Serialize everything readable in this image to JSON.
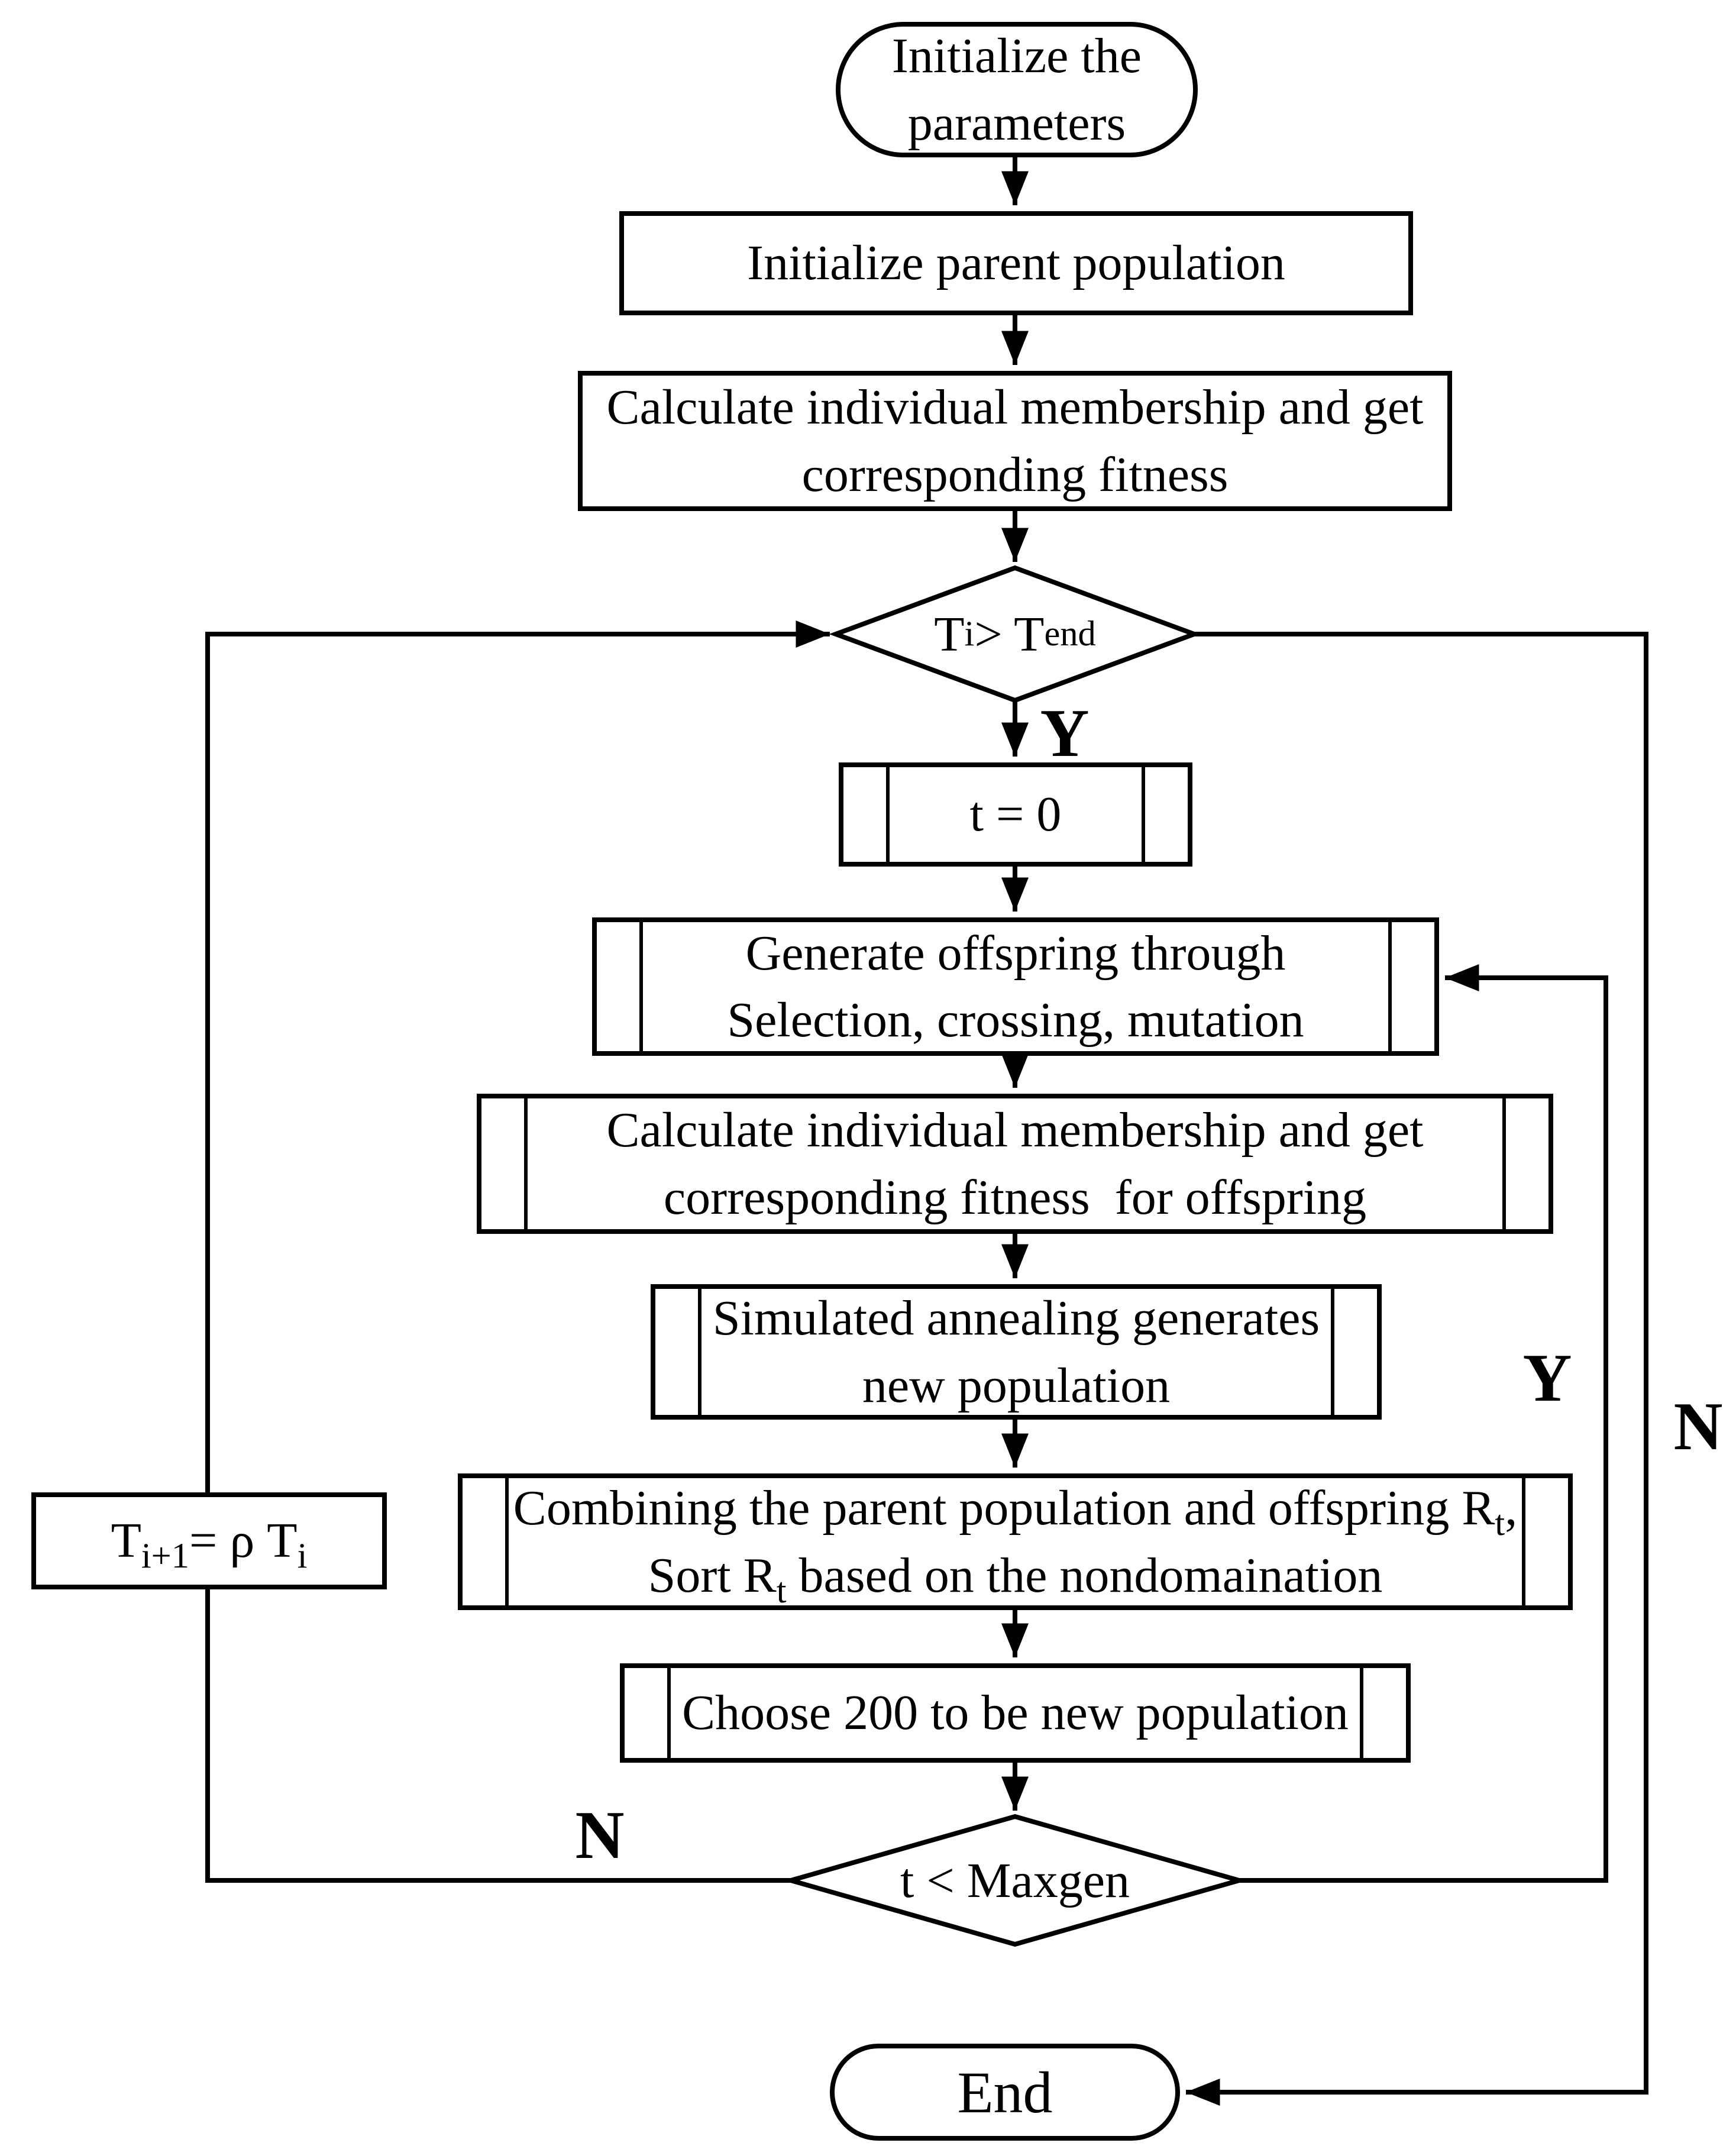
{
  "colors": {
    "background": "#ffffff",
    "stroke": "#000000"
  },
  "nodes": {
    "start": {
      "line1": "Initialize the",
      "line2": "parameters"
    },
    "init_parent": {
      "label": "Initialize parent population"
    },
    "calc_membership": {
      "line1": "Calculate individual membership and get",
      "line2": "corresponding fitness"
    },
    "temp_check": {
      "t1": "T",
      "s1": "i",
      "t2": " > T",
      "s2": "end"
    },
    "t_zero": {
      "label": "t = 0"
    },
    "generate_offspring": {
      "line1": "Generate offspring through",
      "line2": "Selection, crossing, mutation"
    },
    "calc_membership_offspring": {
      "line1": "Calculate individual membership and get",
      "line2": "corresponding fitness  for offspring"
    },
    "simulated_annealing": {
      "line1": "Simulated annealing generates",
      "line2": "new population"
    },
    "combine_sort": {
      "l1a": "Combining the parent population and offspring R",
      "l1sub": "t",
      "l1b": ",",
      "l2a": "Sort R",
      "l2sub": "t",
      "l2b": " based on the nondomaination"
    },
    "choose_population": {
      "label": "Choose 200 to be new population"
    },
    "gen_check": {
      "label": "t < Maxgen"
    },
    "cooling": {
      "t1": "T",
      "s1": "i+1",
      "t2": "= ρ T",
      "s2": "i"
    },
    "end": {
      "label": "End"
    }
  },
  "edge_labels": {
    "temp_yes": "Y",
    "temp_no": "N",
    "gen_yes": "Y",
    "gen_no": "N"
  }
}
